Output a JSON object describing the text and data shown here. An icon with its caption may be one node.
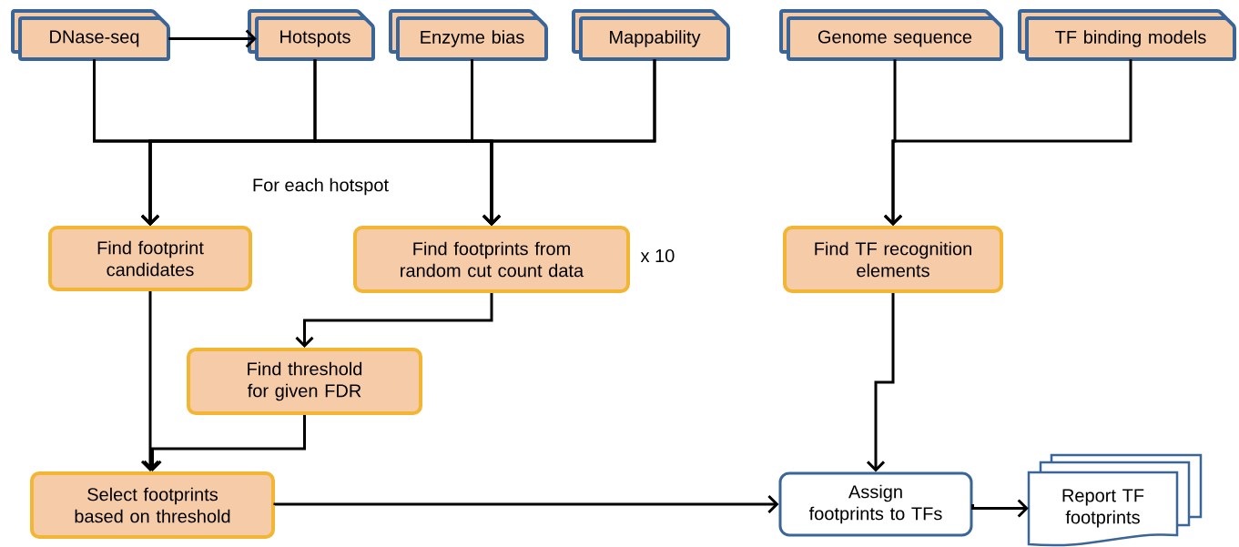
{
  "diagram": {
    "nodes": [
      {
        "text": [
          "DNase-seq"
        ]
      },
      {
        "text": [
          "Hotspots"
        ]
      },
      {
        "text": [
          "Enzyme bias"
        ]
      },
      {
        "text": [
          "Mappability"
        ]
      },
      {
        "text": [
          "Genome sequence"
        ]
      },
      {
        "text": [
          "TF binding models"
        ]
      },
      {
        "text": [
          "Find footprint candidates"
        ]
      },
      {
        "text": [
          "Find footprints from random cut count data"
        ],
        "beside": [
          "x 10"
        ]
      },
      {
        "text": [
          "Find threshold for given FDR"
        ]
      },
      {
        "text": [
          "Select footprints based on threshold"
        ]
      },
      {
        "text": [
          "Find TF recognition elements"
        ]
      },
      {
        "text": [
          "Assign footprints to TFs"
        ]
      },
      {
        "text": [
          "Report TF footprints"
        ]
      }
    ],
    "edges": [
      {
        "from": 0,
        "to": 1,
        "arrow": "to"
      },
      {
        "from": 0,
        "to": 6,
        "arrow": "to"
      },
      {
        "from": 1,
        "to": 6,
        "arrow": "to"
      },
      {
        "from": 2,
        "to": 6,
        "arrow": "to"
      },
      {
        "from": 3,
        "to": 6,
        "arrow": "to"
      },
      {
        "from": 0,
        "to": 7,
        "arrow": "to"
      },
      {
        "from": 1,
        "to": 7,
        "arrow": "to"
      },
      {
        "from": 2,
        "to": 7,
        "arrow": "to"
      },
      {
        "from": 3,
        "to": 7,
        "arrow": "to"
      },
      {
        "from": 4,
        "to": 10,
        "arrow": "to"
      },
      {
        "from": 5,
        "to": 10,
        "arrow": "to"
      },
      {
        "from": 7,
        "to": 8,
        "arrow": "to"
      },
      {
        "from": 6,
        "to": 9,
        "arrow": "to"
      },
      {
        "from": 8,
        "to": 9,
        "arrow": "to"
      },
      {
        "from": 9,
        "to": 11,
        "arrow": "to"
      },
      {
        "from": 10,
        "to": 11,
        "arrow": "to"
      },
      {
        "from": 11,
        "to": 12,
        "arrow": "to"
      }
    ],
    "labels": [
      "For each hotspot"
    ]
  }
}
